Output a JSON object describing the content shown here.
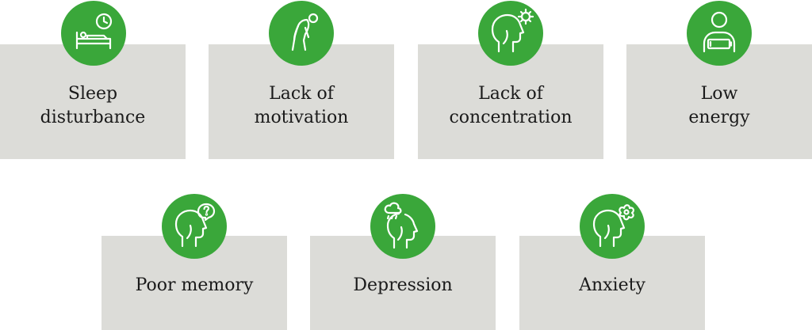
{
  "accent_color": "#3aa73a",
  "card_color": "#dcdcd8",
  "symptoms": [
    {
      "icon": "bed-clock-icon",
      "lines": [
        "Sleep",
        "disturbance"
      ]
    },
    {
      "icon": "slouching-person-icon",
      "lines": [
        "Lack of",
        "motivation"
      ]
    },
    {
      "icon": "head-target-icon",
      "lines": [
        "Lack of",
        "concentration"
      ]
    },
    {
      "icon": "person-low-battery-icon",
      "lines": [
        "Low",
        "energy"
      ]
    },
    {
      "icon": "head-question-icon",
      "lines": [
        "Poor memory"
      ]
    },
    {
      "icon": "head-raincloud-icon",
      "lines": [
        "Depression"
      ]
    },
    {
      "icon": "head-tangle-icon",
      "lines": [
        "Anxiety"
      ]
    }
  ]
}
